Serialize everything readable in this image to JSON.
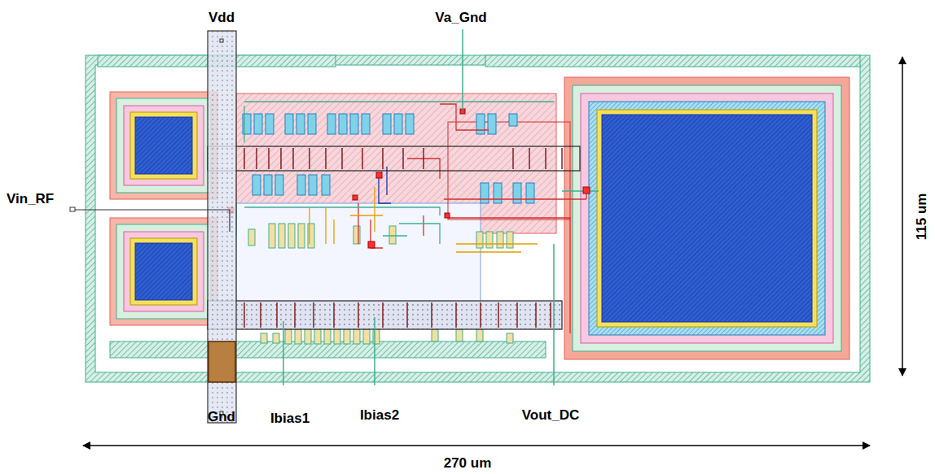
{
  "diagram": {
    "labels": [
      "Vdd",
      "Va_Gnd",
      "Vin_RF",
      "115 um",
      "Gnd",
      "Ibias1",
      "Ibias2",
      "Vout_DC",
      "270 um"
    ]
  }
}
